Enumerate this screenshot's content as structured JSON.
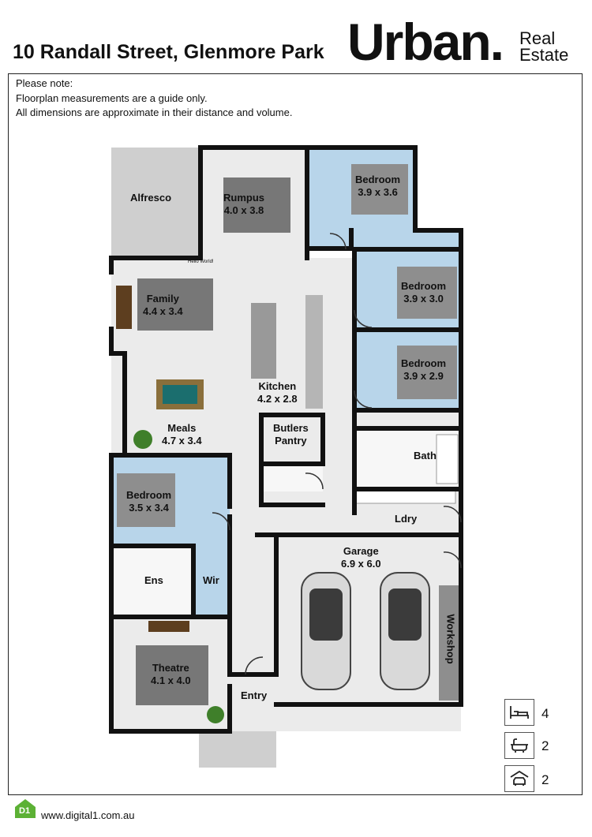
{
  "header": {
    "address": "10 Randall Street, Glenmore Park",
    "brand": {
      "name": "Urban.",
      "sub1": "Real",
      "sub2": "Estate"
    }
  },
  "notes": {
    "line1": "Please note:",
    "line2": "Floorplan measurements are a guide only.",
    "line3": "All dimensions are approximate in their distance and volume."
  },
  "rooms": {
    "alfresco": {
      "name": "Alfresco"
    },
    "rumpus": {
      "name": "Rumpus",
      "dims": "4.0 x 3.8"
    },
    "bedroom1": {
      "name": "Bedroom",
      "dims": "3.9 x 3.6"
    },
    "bedroom2": {
      "name": "Bedroom",
      "dims": "3.9 x 3.0"
    },
    "bedroom3": {
      "name": "Bedroom",
      "dims": "3.9 x 2.9"
    },
    "family": {
      "name": "Family",
      "dims": "4.4 x 3.4"
    },
    "kitchen": {
      "name": "Kitchen",
      "dims": "4.2 x 2.8"
    },
    "meals": {
      "name": "Meals",
      "dims": "4.7 x 3.4"
    },
    "butlers": {
      "name": "Butlers",
      "name2": "Pantry"
    },
    "bath": {
      "name": "Bath"
    },
    "ldry": {
      "name": "Ldry"
    },
    "bedroom4": {
      "name": "Bedroom",
      "dims": "3.5 x 3.4"
    },
    "garage": {
      "name": "Garage",
      "dims": "6.9 x 6.0"
    },
    "ens": {
      "name": "Ens"
    },
    "wir": {
      "name": "Wir"
    },
    "workshop": {
      "name": "Workshop"
    },
    "theatre": {
      "name": "Theatre",
      "dims": "4.1 x 4.0"
    },
    "entry": {
      "name": "Entry"
    }
  },
  "misc": {
    "hello": "Hello World!"
  },
  "summary": {
    "bedrooms": "4",
    "bathrooms": "2",
    "cars": "2"
  },
  "icons": {
    "bed": "bed-icon",
    "bath": "bathtub-icon",
    "car": "garage-car-icon",
    "logo": "d1-logo-icon"
  },
  "footer": {
    "logo_text": "D1",
    "url": "www.digital1.com.au"
  },
  "colors": {
    "bedroom": "#b8d5ea",
    "floor": "#ebebeb",
    "wall": "#111111",
    "outdoor": "#cfcfcf",
    "rug": "#7a7a7a"
  }
}
